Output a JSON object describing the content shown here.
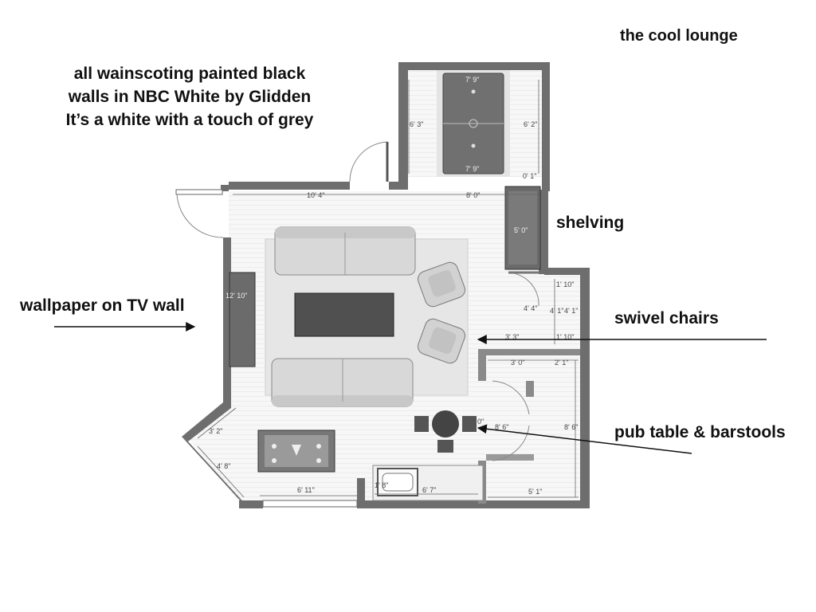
{
  "title": "the cool lounge",
  "notes": [
    "all wainscoting painted black",
    "walls in NBC White by Glidden",
    "It’s a white with a touch of grey"
  ],
  "labels": {
    "wallpaper": "wallpaper on TV wall",
    "shelving": "shelving",
    "swivel": "swivel chairs",
    "pub": "pub table & barstools"
  },
  "dims": {
    "top_left": "10' 4\"",
    "top_right": "8' 0\"",
    "pool_left": "6' 3\"",
    "pool_right": "6' 2\"",
    "pool_top": "7' 9\"",
    "pool_bottom": "7' 9\"",
    "pool_gap": "0' 1\"",
    "shelf": "5' 0\"",
    "tv": "12' 10\"",
    "hall_1": "1' 10\"",
    "hall_2": "4' 4\"",
    "hall_3": "4' 1\"",
    "hall_4": "4' 1\"",
    "hall_5": "3' 3\"",
    "hall_6": "1' 10\"",
    "bath_top_l": "3' 0\"",
    "bath_top_r": "2' 1\"",
    "bath_right": "8' 6\"",
    "bath_door": "8' 6\"",
    "bath_bottom": "5' 1\"",
    "door_gap": "0\"",
    "angle_1": "3' 2\"",
    "angle_2": "4' 8\"",
    "bottom": "6' 11\"",
    "bar_l": "1' 8\"",
    "bar_r": "6' 7\""
  },
  "colors": {
    "wall": "#6e6e6e",
    "floor": "#f7f7f7",
    "rug": "#e6e6e6",
    "furniture": "#d9d9d9",
    "dark": "#555555"
  }
}
